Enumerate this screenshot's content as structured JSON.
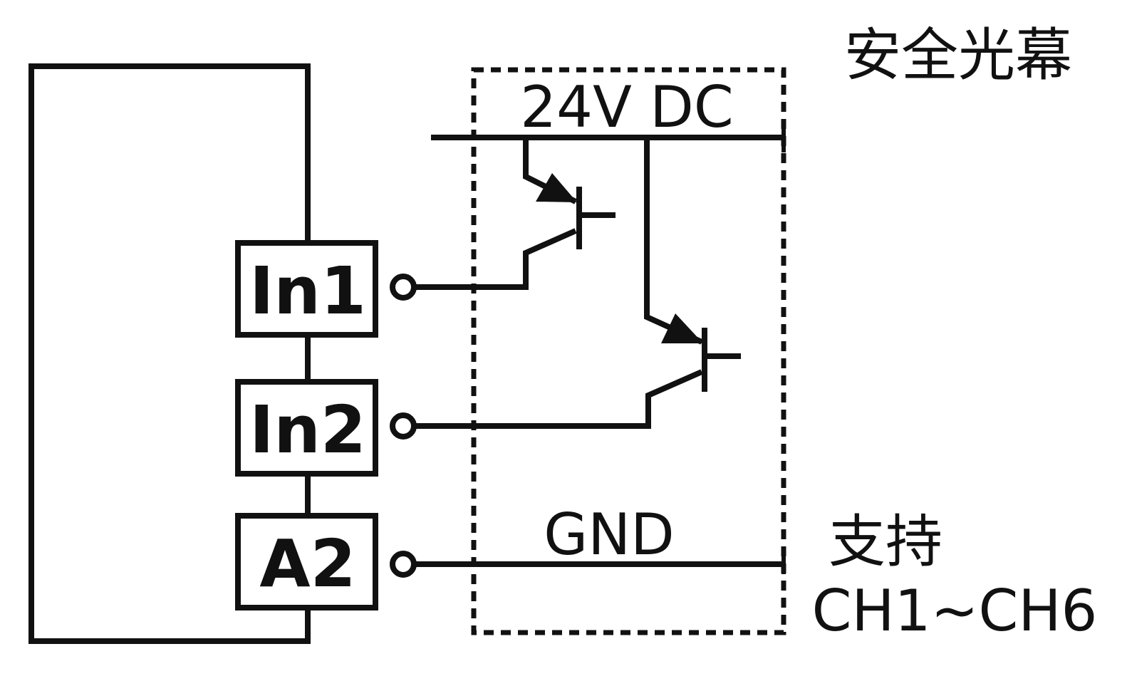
{
  "title": "安全光幕",
  "supply_label": "24V DC",
  "ground_label": "GND",
  "terminals": [
    {
      "label": "In1"
    },
    {
      "label": "In2"
    },
    {
      "label": "A2"
    }
  ],
  "support_note": {
    "line1": "支持",
    "line2": "CH1~CH6"
  },
  "colors": {
    "stroke": "#111111",
    "background": "#ffffff"
  }
}
